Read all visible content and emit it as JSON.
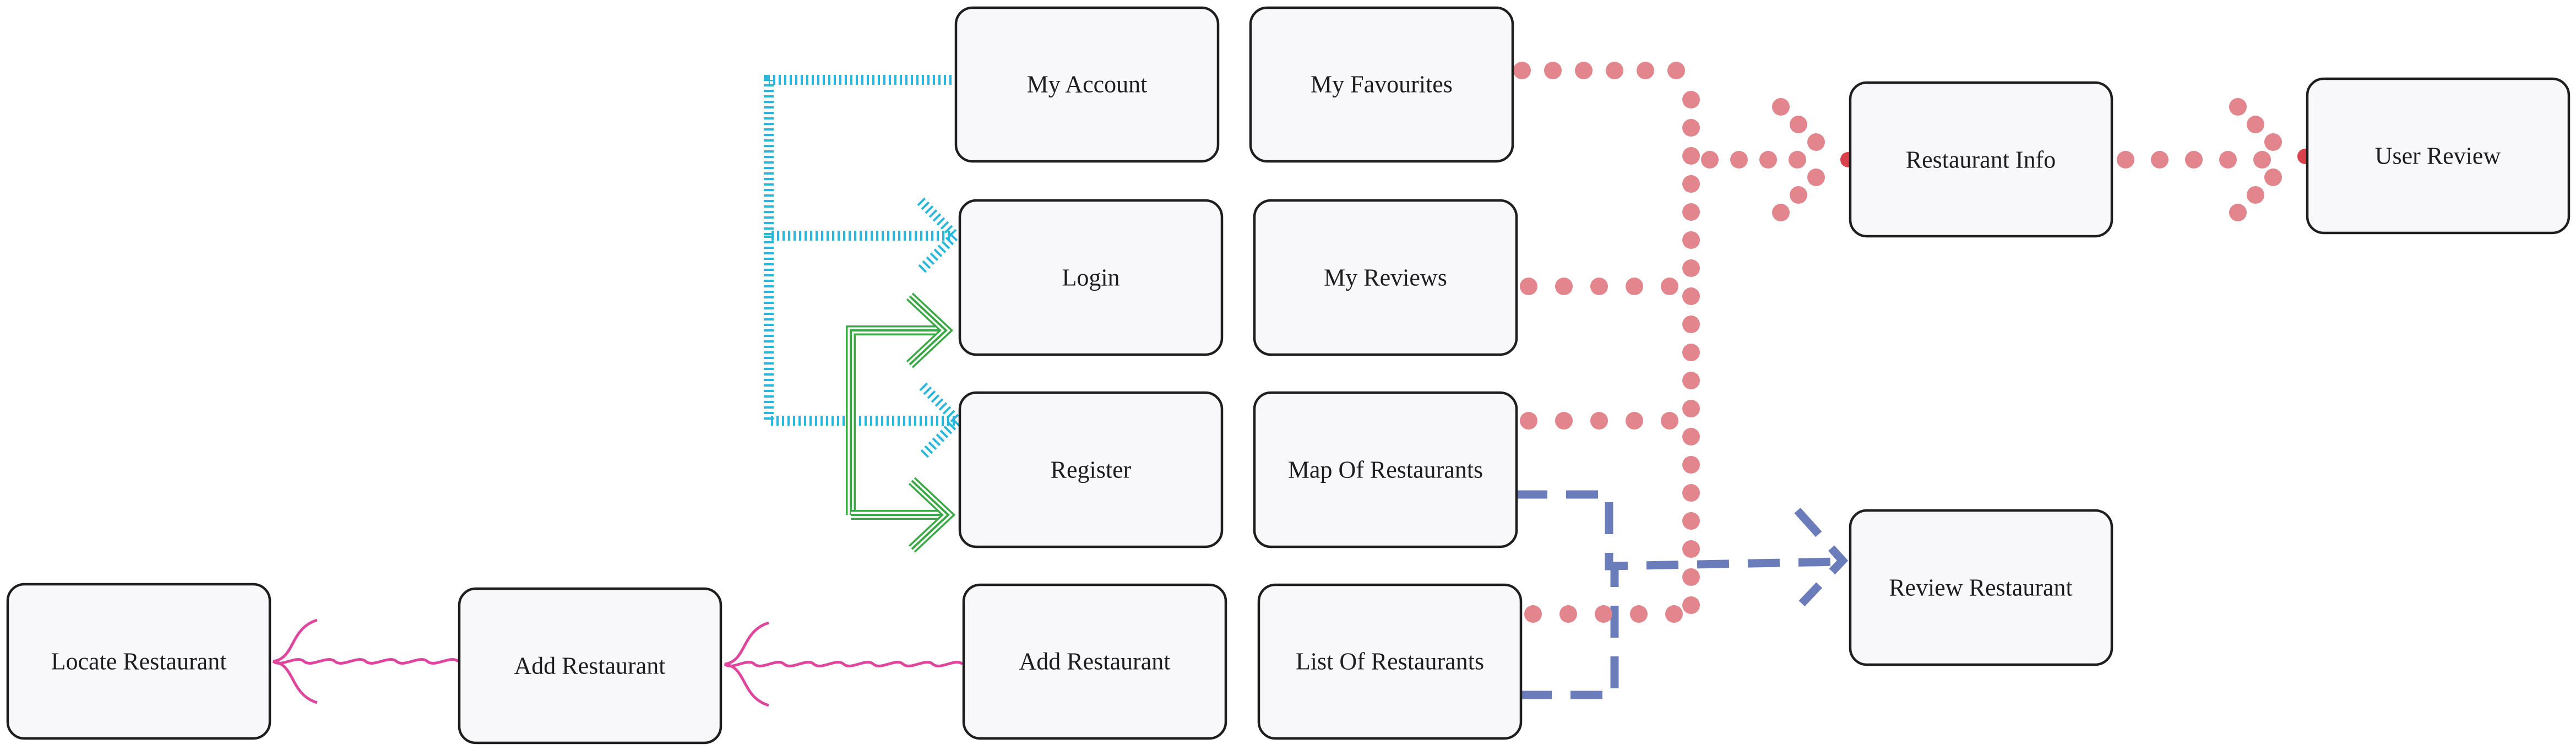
{
  "diagram": {
    "nodes": [
      {
        "id": "my-account",
        "label": "My Account"
      },
      {
        "id": "my-favourites",
        "label": "My Favourites"
      },
      {
        "id": "restaurant-info",
        "label": "Restaurant Info"
      },
      {
        "id": "user-review",
        "label": "User Review"
      },
      {
        "id": "login",
        "label": "Login"
      },
      {
        "id": "my-reviews",
        "label": "My Reviews"
      },
      {
        "id": "register",
        "label": "Register"
      },
      {
        "id": "map-of-restaurants",
        "label": "Map Of Restaurants"
      },
      {
        "id": "review-restaurant",
        "label": "Review Restaurant"
      },
      {
        "id": "locate-restaurant",
        "label": "Locate Restaurant"
      },
      {
        "id": "add-restaurant-mid",
        "label": "Add Restaurant"
      },
      {
        "id": "add-restaurant",
        "label": "Add Restaurant"
      },
      {
        "id": "list-of-restaurants",
        "label": "List Of Restaurants"
      }
    ],
    "edges": [
      {
        "id": "myaccount-to-login",
        "from": "my-account",
        "to": "login",
        "style": "hatched",
        "color": "#29b6dc"
      },
      {
        "id": "myaccount-to-register",
        "from": "my-account",
        "to": "register",
        "style": "hatched",
        "color": "#29b6dc"
      },
      {
        "id": "trunk-to-login",
        "from": "register",
        "to": "login",
        "style": "triple",
        "color": "#3aa845"
      },
      {
        "id": "trunk-to-register",
        "from": "login",
        "to": "register",
        "style": "triple",
        "color": "#3aa845"
      },
      {
        "id": "favourites-to-info",
        "from": "my-favourites",
        "to": "restaurant-info",
        "style": "dotted",
        "color": "#e3858c"
      },
      {
        "id": "reviews-to-info",
        "from": "my-reviews",
        "to": "restaurant-info",
        "style": "dotted",
        "color": "#e3858c"
      },
      {
        "id": "map-to-info",
        "from": "map-of-restaurants",
        "to": "restaurant-info",
        "style": "dotted",
        "color": "#e3858c"
      },
      {
        "id": "list-to-info",
        "from": "list-of-restaurants",
        "to": "restaurant-info",
        "style": "dotted",
        "color": "#e3858c"
      },
      {
        "id": "info-to-userreview",
        "from": "restaurant-info",
        "to": "user-review",
        "style": "dotted",
        "color": "#e3858c"
      },
      {
        "id": "map-to-review",
        "from": "map-of-restaurants",
        "to": "review-restaurant",
        "style": "dashed",
        "color": "#6a7cba"
      },
      {
        "id": "list-to-review",
        "from": "list-of-restaurants",
        "to": "review-restaurant",
        "style": "dashed",
        "color": "#6a7cba"
      },
      {
        "id": "add-to-addmid",
        "from": "add-restaurant",
        "to": "add-restaurant-mid",
        "style": "wavy",
        "color": "#e0459e"
      },
      {
        "id": "addmid-to-locate",
        "from": "add-restaurant-mid",
        "to": "locate-restaurant",
        "style": "wavy",
        "color": "#e0459e"
      }
    ]
  }
}
